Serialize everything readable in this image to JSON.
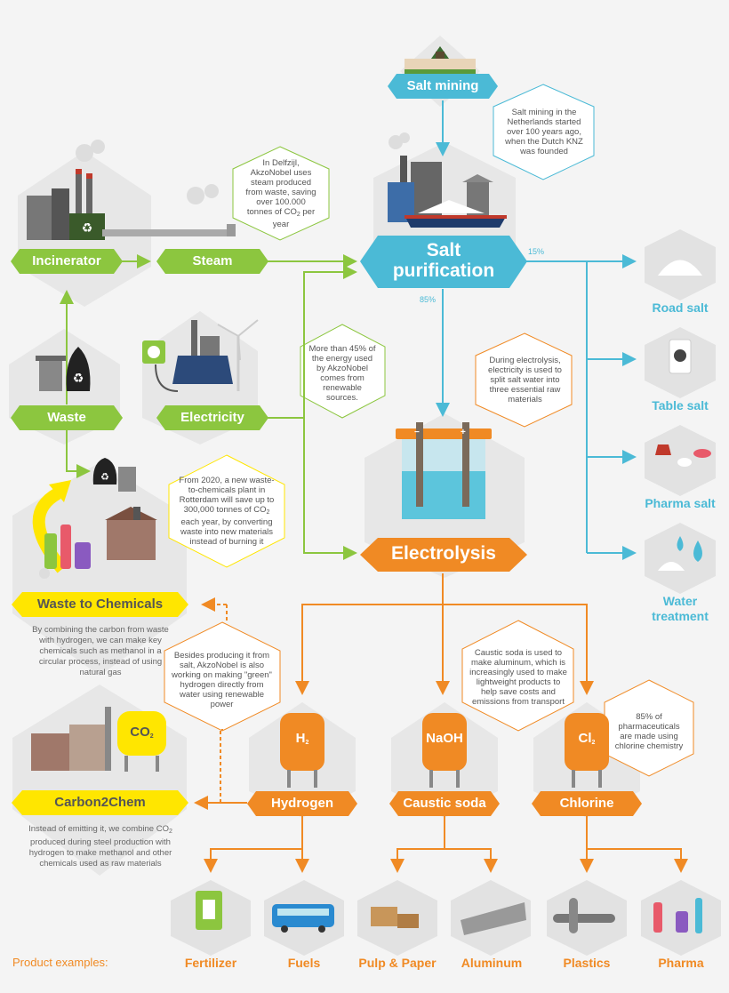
{
  "labels": {
    "salt_mining": "Salt mining",
    "salt_purification": "Salt purification",
    "incinerator": "Incinerator",
    "steam": "Steam",
    "waste": "Waste",
    "electricity": "Electricity",
    "electrolysis": "Electrolysis",
    "waste_to_chemicals": "Waste to Chemicals",
    "carbon2chem": "Carbon2Chem",
    "hydrogen": "Hydrogen",
    "caustic_soda": "Caustic soda",
    "chlorine": "Chlorine",
    "tank_h2": "H",
    "tank_h2_sub": "2",
    "tank_naoh": "NaOH",
    "tank_cl2": "Cl",
    "tank_cl2_sub": "2",
    "tank_co2": "CO",
    "tank_co2_sub": "2",
    "pct_15": "15%",
    "pct_85": "85%",
    "minus": "−",
    "plus": "+"
  },
  "side_products": [
    "Road salt",
    "Table salt",
    "Pharma salt",
    "Water treatment"
  ],
  "products_label": "Product examples:",
  "products": [
    "Fertilizer",
    "Fuels",
    "Pulp & Paper",
    "Aluminum",
    "Plastics",
    "Pharma"
  ],
  "notes": {
    "salt_mining": "Salt mining in the Netherlands started over 100 years ago, when the Dutch KNZ was founded",
    "delfzijl_a": "In Delfzijl, AkzoNobel uses steam produced from waste, saving over 100.000 tonnes of CO",
    "delfzijl_sub": "2",
    "delfzijl_b": " per year",
    "energy": "More than 45% of the energy used by AkzoNobel comes from renewable sources.",
    "electrolysis": "During electrolysis, electricity is used to split salt water into three essential raw materials",
    "rotterdam_a": "From 2020, a new waste-to-chemicals plant in Rotterdam will save up to 300,000 tonnes of CO",
    "rotterdam_sub": "2",
    "rotterdam_b": " each year, by converting waste into new materials instead of burning it",
    "hydrogen": "Besides producing it from salt, AkzoNobel is also working on making \"green\" hydrogen directly from water using renewable power",
    "caustic": "Caustic soda is used to make aluminum, which is increasingly used to make lightweight products to help save costs and emissions from transport",
    "pharma": "85% of pharmaceuticals are made using chlorine chemistry",
    "waste_chem": "By combining the carbon from waste with hydrogen, we can make key chemicals such as methanol in a circular process, instead of using natural gas",
    "carbon_a": "Instead of emitting it, we combine CO",
    "carbon_sub": "2",
    "carbon_b": " produced during steel production with hydrogen to make methanol and other chemicals used as raw materials"
  },
  "colors": {
    "green": "#8cc63f",
    "blue": "#4bbad6",
    "orange": "#f08a24",
    "yellow": "#ffe600",
    "gray_text": "#666666"
  }
}
